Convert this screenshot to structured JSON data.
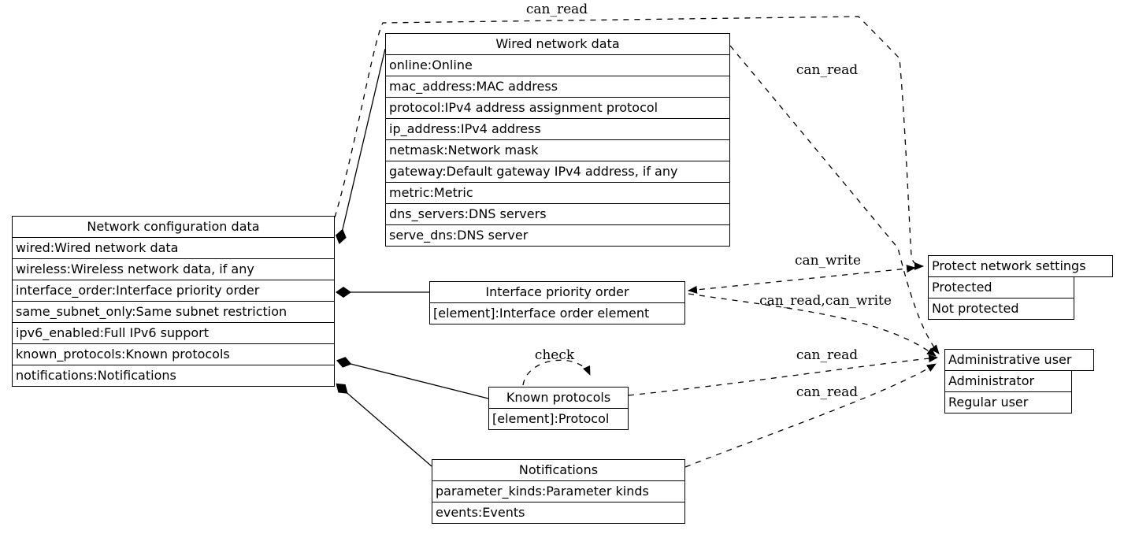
{
  "diagram": {
    "kind": "network-configuration-access-diagram"
  },
  "nodes": {
    "network_config": {
      "title": "Network configuration data",
      "rows": [
        "wired:Wired network data",
        "wireless:Wireless network data, if any",
        "interface_order:Interface priority order",
        "same_subnet_only:Same subnet restriction",
        "ipv6_enabled:Full IPv6 support",
        "known_protocols:Known protocols",
        "notifications:Notifications"
      ]
    },
    "wired": {
      "title": "Wired network data",
      "rows": [
        "online:Online",
        "mac_address:MAC address",
        "protocol:IPv4 address assignment protocol",
        "ip_address:IPv4 address",
        "netmask:Network mask",
        "gateway:Default gateway IPv4 address, if any",
        "metric:Metric",
        "dns_servers:DNS servers",
        "serve_dns:DNS server"
      ]
    },
    "interface_order": {
      "title": "Interface priority order",
      "rows": [
        "[element]:Interface order element"
      ]
    },
    "known_protocols": {
      "title": "Known protocols",
      "rows": [
        "[element]:Protocol"
      ]
    },
    "notifications": {
      "title": "Notifications",
      "rows": [
        "parameter_kinds:Parameter kinds",
        "events:Events"
      ]
    },
    "protect": {
      "title": "Protect network settings",
      "rows": [
        "Protected",
        "Not protected"
      ]
    },
    "admin": {
      "title": "Administrative user",
      "rows": [
        "Administrator",
        "Regular user"
      ]
    }
  },
  "edge_labels": {
    "config_read": "can_read",
    "wired_read": "can_read",
    "iface_write": "can_write",
    "iface_read_write": "can_read,can_write",
    "known_read": "can_read",
    "notif_read": "can_read",
    "check": "check"
  },
  "colors": {
    "line": "#000000",
    "background": "#ffffff"
  }
}
